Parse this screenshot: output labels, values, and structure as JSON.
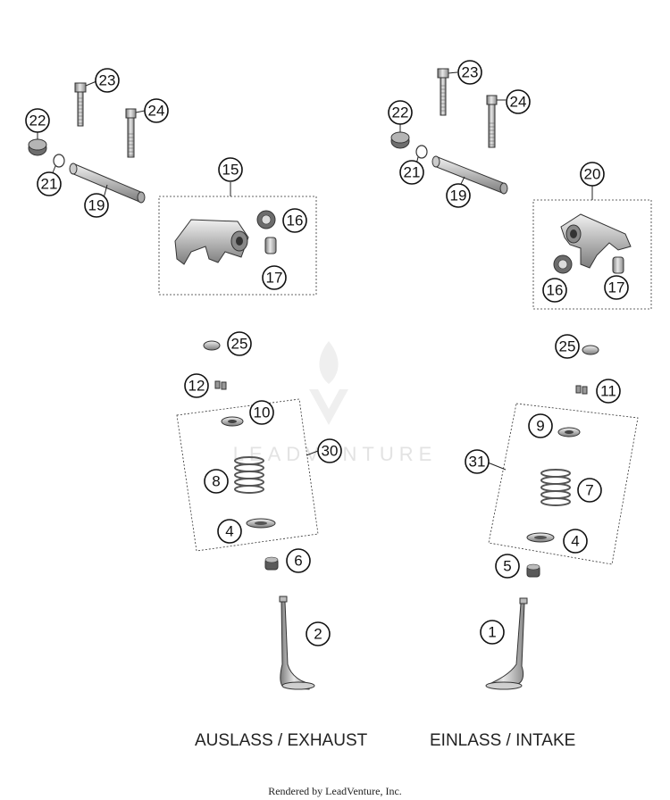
{
  "captions": {
    "exhaust": "AUSLASS / EXHAUST",
    "intake": "EINLASS / INTAKE"
  },
  "credit": "Rendered by LeadVenture, Inc.",
  "watermark": "LEADVENTURE",
  "callouts": {
    "c23l": "23",
    "c24l": "24",
    "c22l": "22",
    "c21l": "21",
    "c19l": "19",
    "c15": "15",
    "c16l": "16",
    "c17l": "17",
    "c23r": "23",
    "c24r": "24",
    "c22r": "22",
    "c21r": "21",
    "c19r": "19",
    "c20": "20",
    "c16r": "16",
    "c17r": "17",
    "c25l": "25",
    "c12": "12",
    "c10": "10",
    "c30": "30",
    "c8": "8",
    "c4l": "4",
    "c6": "6",
    "c2": "2",
    "c25r": "25",
    "c11": "11",
    "c9": "9",
    "c31": "31",
    "c7": "7",
    "c4r": "4",
    "c5": "5",
    "c1": "1"
  }
}
